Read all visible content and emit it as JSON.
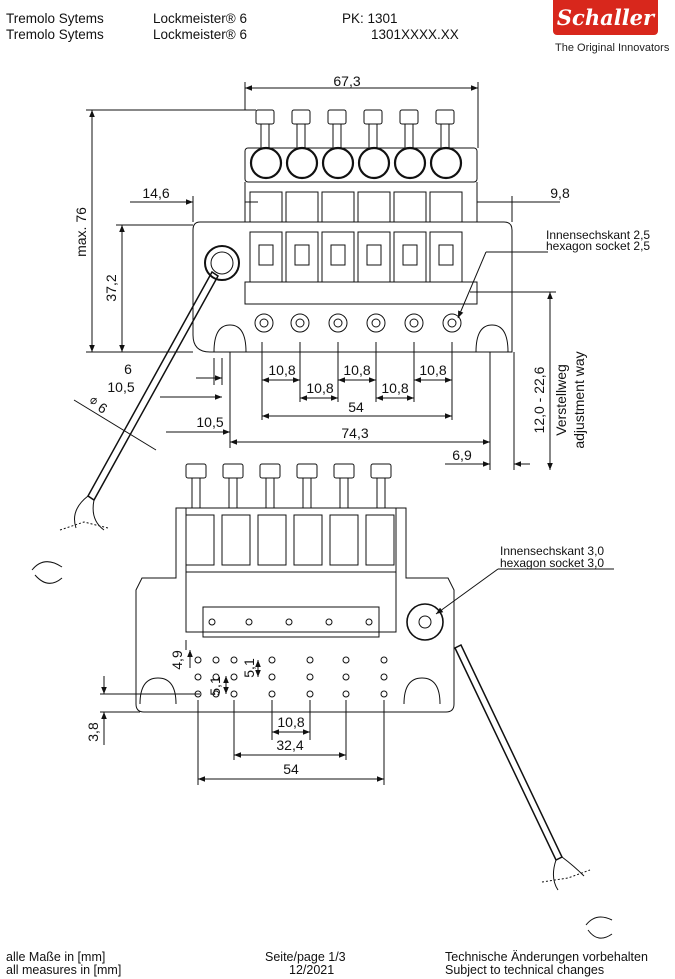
{
  "header": {
    "left_line1": "Tremolo Sytems",
    "left_line2": "Tremolo Sytems",
    "model_line1": "Lockmeister® 6",
    "model_line2": "Lockmeister® 6",
    "pk_line1": "PK: 1301",
    "pk_line2": "1301XXXX.XX"
  },
  "logo": {
    "brand": "Schaller",
    "tagline": "The Original Innovators",
    "color": "#d8271c"
  },
  "top_view": {
    "dim_width": "67,3",
    "dim_max_height": "max. 76",
    "dim_14_6": "14,6",
    "dim_9_8": "9,8",
    "dim_37_2": "37,2",
    "dim_6_left": "6",
    "dim_10_5_a": "10,5",
    "dim_diam_6": "6",
    "dim_10_5_b": "10,5",
    "dim_74_3": "74,3",
    "dim_54": "54",
    "dim_6_9": "6,9",
    "spacing_10_8_a": "10,8",
    "spacing_10_8_b": "10,8",
    "spacing_10_8_c": "10,8",
    "spacing_10_8_d": "10,8",
    "spacing_10_8_e": "10,8",
    "adjust_range": "12,0 - 22,6",
    "adjust_de": "Verstellweg",
    "adjust_en": "adjustment way",
    "socket_de": "Innensechskant  2,5",
    "socket_en": "hexagon socket 2,5"
  },
  "bottom_view": {
    "socket_de": "Innensechskant  3,0",
    "socket_en": "hexagon socket 3,0",
    "dim_4_9": "4,9",
    "dim_5_1_a": "5,1",
    "dim_5_1_b": "5,1",
    "dim_3_8": "3,8",
    "dim_10_8": "10,8",
    "dim_32_4": "32,4",
    "dim_54": "54"
  },
  "footer": {
    "units_de": "alle Maße in [mm]",
    "units_en": "all measures in [mm]",
    "page": "Seite/page 1/3",
    "date": "12/2021",
    "notice_de": "Technische Änderungen vorbehalten",
    "notice_en": "Subject to technical changes"
  }
}
